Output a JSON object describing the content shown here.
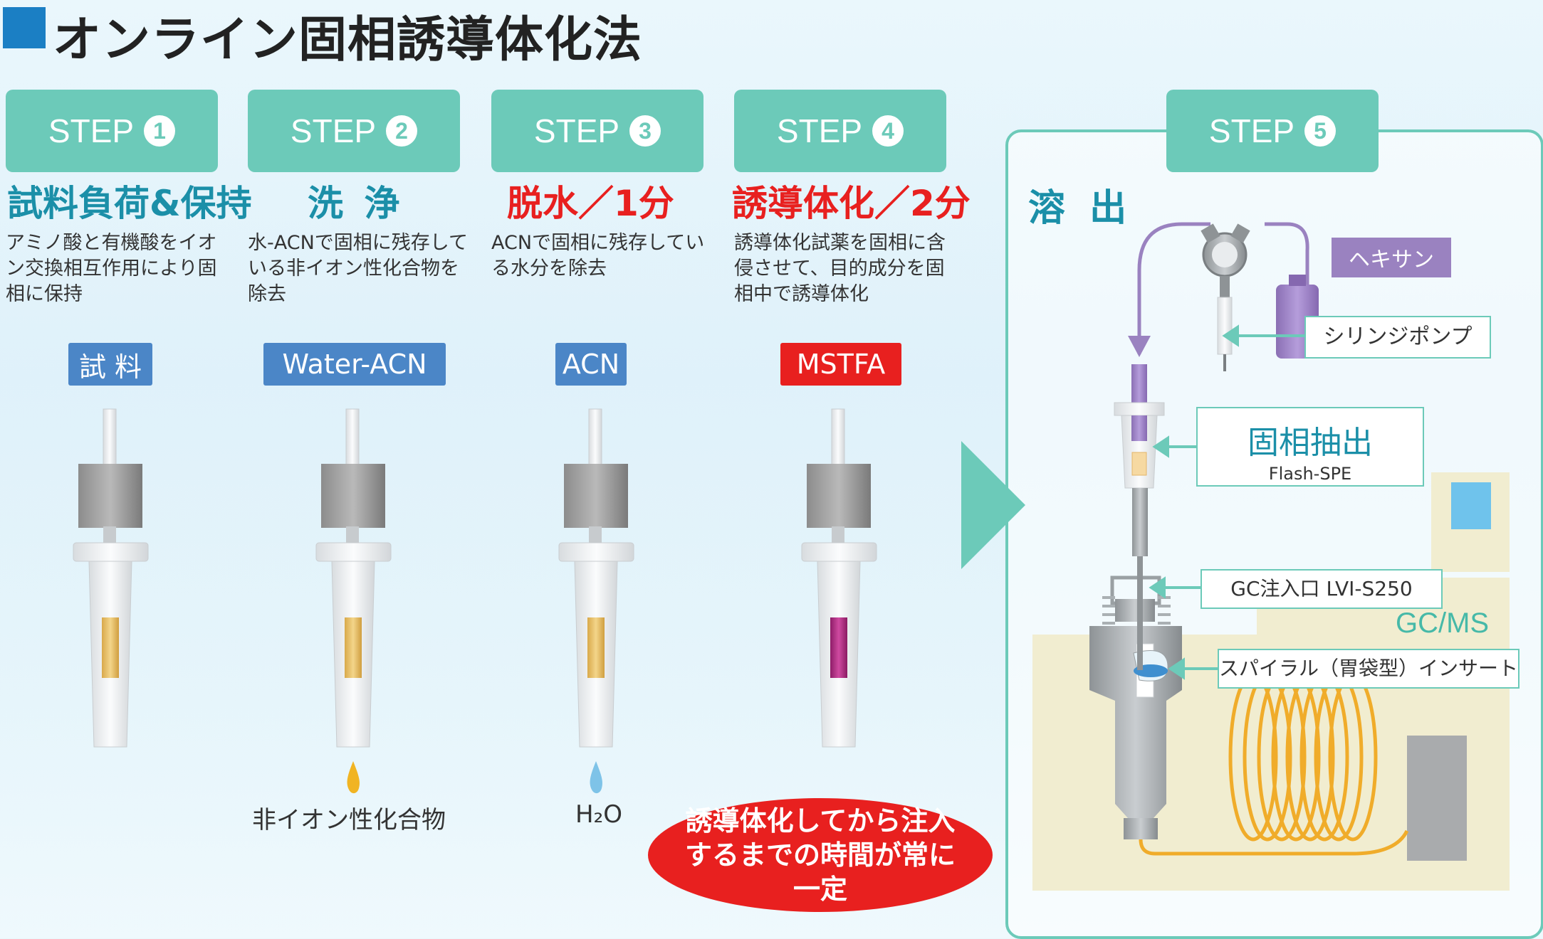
{
  "title": "オンライン固相誘導体化法",
  "steps": [
    {
      "label": "STEP",
      "num": "1",
      "heading": "試料負荷&保持",
      "desc": "アミノ酸と有機酸をイオン交換相互作用により固相に保持",
      "reagent": "試 料"
    },
    {
      "label": "STEP",
      "num": "2",
      "heading": "洗 浄",
      "desc": "水-ACNで固相に残存している非イオン性化合物を除去",
      "reagent": "Water-ACN",
      "below": "非イオン性化合物"
    },
    {
      "label": "STEP",
      "num": "3",
      "heading": "脱水／1分",
      "desc": "ACNで固相に残存している水分を除去",
      "reagent": "ACN",
      "below": "H₂O"
    },
    {
      "label": "STEP",
      "num": "4",
      "heading": "誘導体化／2分",
      "desc": "誘導体化試薬を固相に含侵させて、目的成分を固相中で誘導体化",
      "reagent": "MSTFA"
    },
    {
      "label": "STEP",
      "num": "5",
      "heading": "溶 出"
    }
  ],
  "note": "誘導体化してから注入するまでの時間が常に一定",
  "step5": {
    "hexane": "ヘキサン",
    "syringe_pump": "シリンジポンプ",
    "spe_title": "固相抽出",
    "spe_sub": "Flash-SPE",
    "inlet": "GC注入口 LVI-S250",
    "insert": "スパイラル（胃袋型）インサート",
    "gcms": "GC/MS"
  },
  "colors": {
    "teal": "#6ccab9",
    "blue": "#4b86c7",
    "red": "#e8201f",
    "purple": "#9a82c0",
    "cartridge_gold": "#e6c36a",
    "cartridge_magenta": "#b0287f"
  }
}
